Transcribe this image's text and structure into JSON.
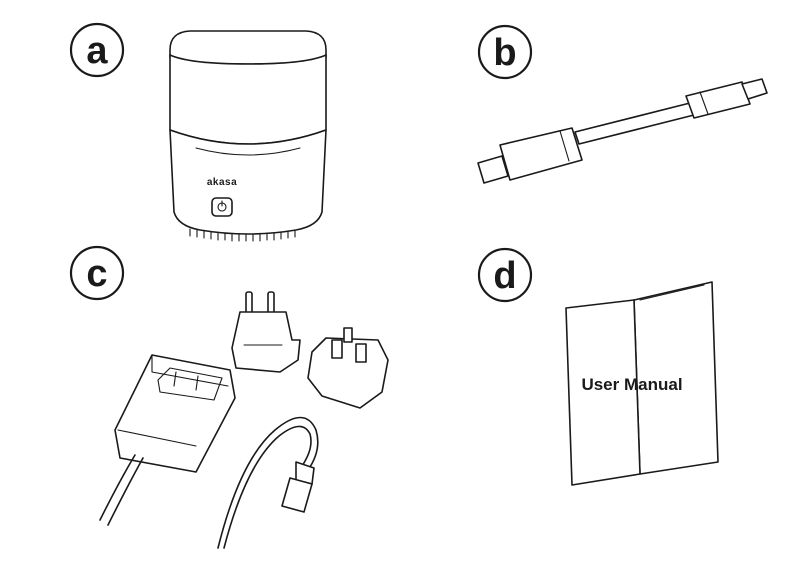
{
  "labels": {
    "a": "a",
    "b": "b",
    "c": "c",
    "d": "d"
  },
  "items": {
    "enclosure": {
      "brand_logo": "akasa"
    },
    "manual": {
      "title": "User Manual"
    }
  }
}
